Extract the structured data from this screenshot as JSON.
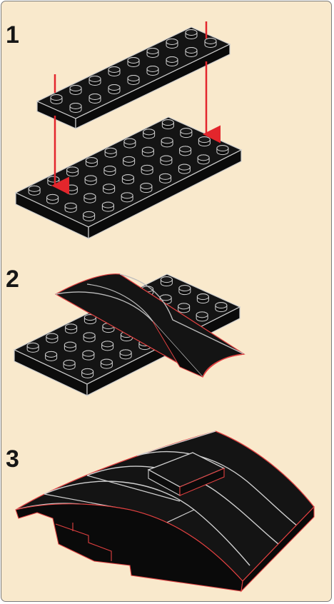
{
  "instructions": {
    "steps": [
      {
        "number": "1"
      },
      {
        "number": "2"
      },
      {
        "number": "3"
      }
    ]
  },
  "colors": {
    "background": "#f9e9cc",
    "brick": "#141414",
    "edge": "#d8d8d8",
    "arrow": "#e3262c",
    "border": "#7b7b7b"
  }
}
